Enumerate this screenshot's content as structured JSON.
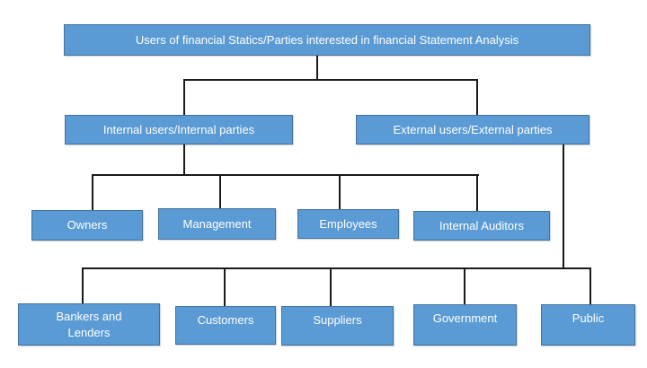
{
  "colors": {
    "node_fill": "#5b9bd5",
    "node_border": "#41719c",
    "node_text": "#ffffff",
    "connector": "#1a1a1a"
  },
  "root": {
    "label": "Users of financial Statics/Parties interested in financial Statement Analysis"
  },
  "groups": {
    "internal": {
      "label": "Internal users/Internal parties",
      "children": [
        {
          "label": "Owners"
        },
        {
          "label": "Management"
        },
        {
          "label": "Employees"
        },
        {
          "label": "Internal Auditors"
        }
      ]
    },
    "external": {
      "label": "External users/External parties",
      "children": [
        {
          "label": "Bankers and Lenders"
        },
        {
          "label": "Customers"
        },
        {
          "label": "Suppliers"
        },
        {
          "label": "Government"
        },
        {
          "label": "Public"
        }
      ]
    }
  }
}
